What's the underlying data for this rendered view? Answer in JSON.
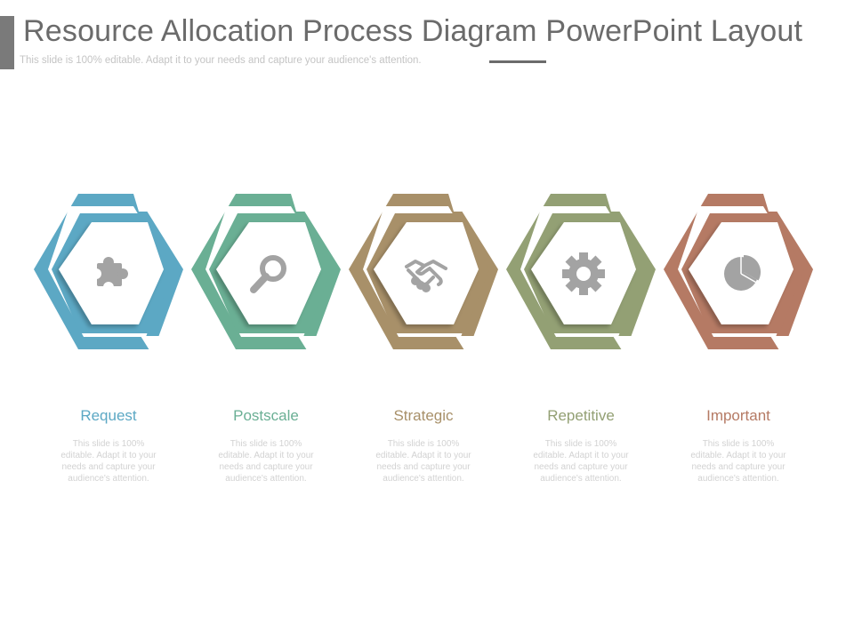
{
  "header": {
    "title": "Resource Allocation Process Diagram PowerPoint Layout",
    "subtitle": "This slide is 100% editable. Adapt it to your needs and capture your audience's attention."
  },
  "steps": [
    {
      "label": "Request",
      "description": "This slide is 100% editable. Adapt it to your needs and capture your audience's attention.",
      "color": "#5ca8c4",
      "icon": "puzzle-icon"
    },
    {
      "label": "Postscale",
      "description": "This slide is 100% editable. Adapt it to your needs and capture your audience's attention.",
      "color": "#6aaf94",
      "icon": "magnifier-icon"
    },
    {
      "label": "Strategic",
      "description": "This slide is 100% editable. Adapt it to your needs and capture your audience's attention.",
      "color": "#a89069",
      "icon": "handshake-icon"
    },
    {
      "label": "Repetitive",
      "description": "This slide is 100% editable. Adapt it to your needs and capture your audience's attention.",
      "color": "#93a074",
      "icon": "gear-icon"
    },
    {
      "label": "Important",
      "description": "This slide is 100% editable. Adapt it to your needs and capture your audience's attention.",
      "color": "#b57a64",
      "icon": "pie-chart-icon"
    }
  ],
  "colors": {
    "icon": "#a3a3a3",
    "title": "#6b6b6b"
  }
}
